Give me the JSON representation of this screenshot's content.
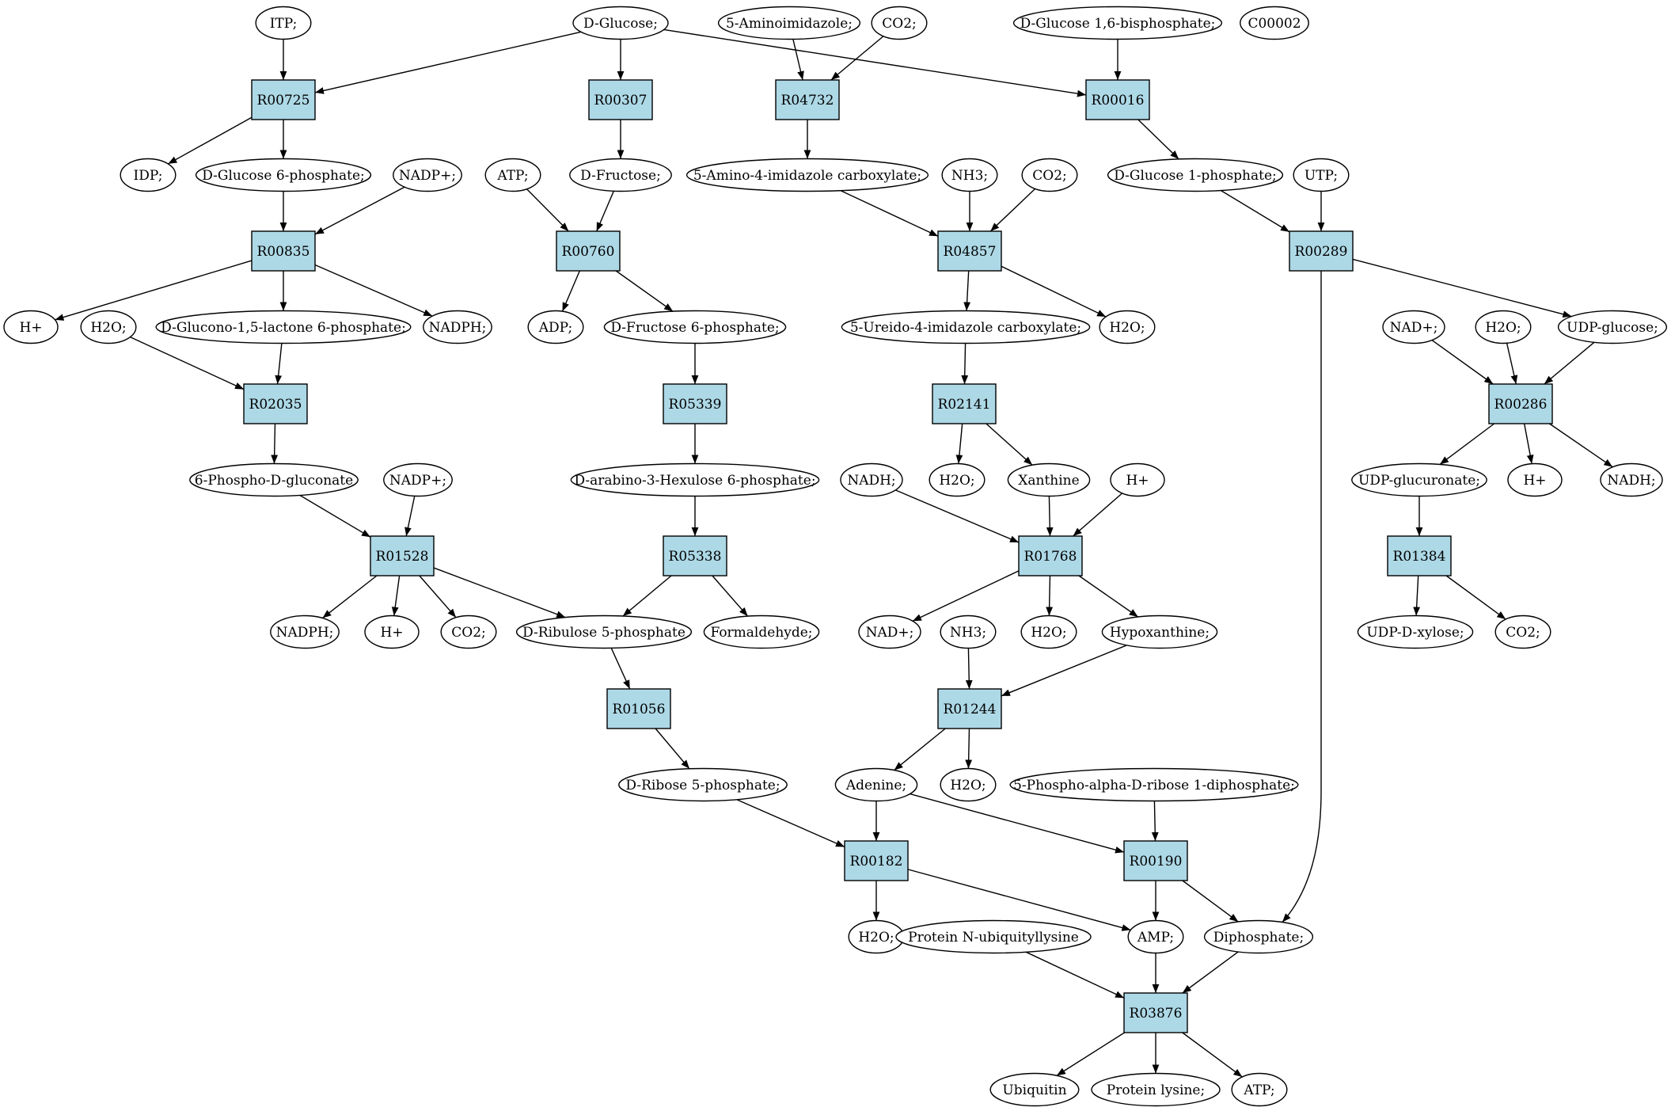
{
  "colors": {
    "reaction_fill": "#add8e6",
    "compound_fill": "#ffffff",
    "start_fill": "#00ee00",
    "target_fill": "#ffff00",
    "stroke": "#000000"
  },
  "nodes": {
    "ITP": {
      "label": "ITP;",
      "kind": "compound"
    },
    "DGLC": {
      "label": "D-Glucose;",
      "kind": "compound",
      "highlight": "start"
    },
    "AMINOIMID": {
      "label": "5-Aminoimidazole;",
      "kind": "compound"
    },
    "CO2a": {
      "label": "CO2;",
      "kind": "compound"
    },
    "GLC16BP": {
      "label": "D-Glucose 1,6-bisphosphate;",
      "kind": "compound"
    },
    "C00002": {
      "label": "C00002",
      "kind": "compound",
      "highlight": "target"
    },
    "R00725": {
      "label": "R00725",
      "kind": "reaction"
    },
    "R00307": {
      "label": "R00307",
      "kind": "reaction"
    },
    "R04732": {
      "label": "R04732",
      "kind": "reaction"
    },
    "R00016": {
      "label": "R00016",
      "kind": "reaction"
    },
    "IDP": {
      "label": "IDP;",
      "kind": "compound"
    },
    "G6P": {
      "label": "D-Glucose 6-phosphate;",
      "kind": "compound"
    },
    "NADPa": {
      "label": "NADP+;",
      "kind": "compound"
    },
    "ATPa": {
      "label": "ATP;",
      "kind": "compound"
    },
    "FRU": {
      "label": "D-Fructose;",
      "kind": "compound"
    },
    "AICARB": {
      "label": "5-Amino-4-imidazole carboxylate;",
      "kind": "compound"
    },
    "NH3a": {
      "label": "NH3;",
      "kind": "compound"
    },
    "CO2b": {
      "label": "CO2;",
      "kind": "compound"
    },
    "G1P": {
      "label": "D-Glucose 1-phosphate;",
      "kind": "compound"
    },
    "UTP": {
      "label": "UTP;",
      "kind": "compound"
    },
    "R00835": {
      "label": "R00835",
      "kind": "reaction"
    },
    "R00760": {
      "label": "R00760",
      "kind": "reaction"
    },
    "R04857": {
      "label": "R04857",
      "kind": "reaction"
    },
    "R00289": {
      "label": "R00289",
      "kind": "reaction"
    },
    "Ha": {
      "label": "H+",
      "kind": "compound"
    },
    "H2Oa": {
      "label": "H2O;",
      "kind": "compound"
    },
    "GLCLAC": {
      "label": "D-Glucono-1,5-lactone 6-phosphate;",
      "kind": "compound"
    },
    "NADPHa": {
      "label": "NADPH;",
      "kind": "compound"
    },
    "ADP": {
      "label": "ADP;",
      "kind": "compound"
    },
    "F6P": {
      "label": "D-Fructose 6-phosphate;",
      "kind": "compound"
    },
    "UREIDO": {
      "label": "5-Ureido-4-imidazole carboxylate;",
      "kind": "compound"
    },
    "H2Ob": {
      "label": "H2O;",
      "kind": "compound"
    },
    "NAD": {
      "label": "NAD+;",
      "kind": "compound"
    },
    "H2Oc": {
      "label": "H2O;",
      "kind": "compound"
    },
    "UDPGLC": {
      "label": "UDP-glucose;",
      "kind": "compound"
    },
    "R02035": {
      "label": "R02035",
      "kind": "reaction"
    },
    "R05339": {
      "label": "R05339",
      "kind": "reaction"
    },
    "R02141": {
      "label": "R02141",
      "kind": "reaction"
    },
    "R00286": {
      "label": "R00286",
      "kind": "reaction"
    },
    "PGLUC": {
      "label": "6-Phospho-D-gluconate",
      "kind": "compound"
    },
    "NADPb": {
      "label": "NADP+;",
      "kind": "compound"
    },
    "HEXUL": {
      "label": "D-arabino-3-Hexulose 6-phosphate;",
      "kind": "compound"
    },
    "NADH": {
      "label": "NADH;",
      "kind": "compound"
    },
    "H2Od": {
      "label": "H2O;",
      "kind": "compound"
    },
    "XAN": {
      "label": "Xanthine",
      "kind": "compound"
    },
    "Hb": {
      "label": "H+",
      "kind": "compound"
    },
    "UDPGLCA": {
      "label": "UDP-glucuronate;",
      "kind": "compound"
    },
    "Hc": {
      "label": "H+",
      "kind": "compound"
    },
    "NADHb": {
      "label": "NADH;",
      "kind": "compound"
    },
    "R01528": {
      "label": "R01528",
      "kind": "reaction"
    },
    "R05338": {
      "label": "R05338",
      "kind": "reaction"
    },
    "R01768": {
      "label": "R01768",
      "kind": "reaction"
    },
    "R01384": {
      "label": "R01384",
      "kind": "reaction"
    },
    "NADPHb": {
      "label": "NADPH;",
      "kind": "compound"
    },
    "Hd": {
      "label": "H+",
      "kind": "compound"
    },
    "CO2c": {
      "label": "CO2;",
      "kind": "compound"
    },
    "RU5P": {
      "label": "D-Ribulose 5-phosphate",
      "kind": "compound"
    },
    "FORM": {
      "label": "Formaldehyde;",
      "kind": "compound"
    },
    "NADb": {
      "label": "NAD+;",
      "kind": "compound"
    },
    "NH3b": {
      "label": "NH3;",
      "kind": "compound"
    },
    "H2Oe": {
      "label": "H2O;",
      "kind": "compound"
    },
    "HYPX": {
      "label": "Hypoxanthine;",
      "kind": "compound"
    },
    "UDPXYL": {
      "label": "UDP-D-xylose;",
      "kind": "compound"
    },
    "CO2d": {
      "label": "CO2;",
      "kind": "compound"
    },
    "R01056": {
      "label": "R01056",
      "kind": "reaction"
    },
    "R01244": {
      "label": "R01244",
      "kind": "reaction"
    },
    "R5P": {
      "label": "D-Ribose 5-phosphate;",
      "kind": "compound"
    },
    "ADE": {
      "label": "Adenine;",
      "kind": "compound"
    },
    "H2Of": {
      "label": "H2O;",
      "kind": "compound"
    },
    "PRPP": {
      "label": "5-Phospho-alpha-D-ribose 1-diphosphate;",
      "kind": "compound"
    },
    "R00182": {
      "label": "R00182",
      "kind": "reaction"
    },
    "R00190": {
      "label": "R00190",
      "kind": "reaction"
    },
    "H2Og": {
      "label": "H2O;",
      "kind": "compound"
    },
    "PNUB": {
      "label": "Protein N-ubiquityllysine",
      "kind": "compound"
    },
    "AMP": {
      "label": "AMP;",
      "kind": "compound"
    },
    "DIPHOS": {
      "label": "Diphosphate;",
      "kind": "compound"
    },
    "R03876": {
      "label": "R03876",
      "kind": "reaction"
    },
    "UBQ": {
      "label": "Ubiquitin",
      "kind": "compound"
    },
    "PLYS": {
      "label": "Protein lysine;",
      "kind": "compound"
    },
    "ATPb": {
      "label": "ATP;",
      "kind": "compound"
    }
  },
  "edges": [
    [
      "ITP",
      "R00725"
    ],
    [
      "DGLC",
      "R00725"
    ],
    [
      "DGLC",
      "R00307"
    ],
    [
      "DGLC",
      "R00016"
    ],
    [
      "AMINOIMID",
      "R04732"
    ],
    [
      "CO2a",
      "R04732"
    ],
    [
      "GLC16BP",
      "R00016"
    ],
    [
      "R00725",
      "IDP"
    ],
    [
      "R00725",
      "G6P"
    ],
    [
      "R00307",
      "FRU"
    ],
    [
      "R04732",
      "AICARB"
    ],
    [
      "R00016",
      "G1P"
    ],
    [
      "G6P",
      "R00835"
    ],
    [
      "NADPa",
      "R00835"
    ],
    [
      "ATPa",
      "R00760"
    ],
    [
      "FRU",
      "R00760"
    ],
    [
      "AICARB",
      "R04857"
    ],
    [
      "NH3a",
      "R04857"
    ],
    [
      "CO2b",
      "R04857"
    ],
    [
      "G1P",
      "R00289"
    ],
    [
      "UTP",
      "R00289"
    ],
    [
      "R00835",
      "Ha"
    ],
    [
      "R00835",
      "GLCLAC"
    ],
    [
      "R00835",
      "NADPHa"
    ],
    [
      "R00760",
      "ADP"
    ],
    [
      "R00760",
      "F6P"
    ],
    [
      "R04857",
      "UREIDO"
    ],
    [
      "R04857",
      "H2Ob"
    ],
    [
      "R00289",
      "UDPGLC"
    ],
    [
      "R00289",
      "DIPHOS"
    ],
    [
      "H2Oa",
      "R02035"
    ],
    [
      "GLCLAC",
      "R02035"
    ],
    [
      "F6P",
      "R05339"
    ],
    [
      "UREIDO",
      "R02141"
    ],
    [
      "NAD",
      "R00286"
    ],
    [
      "H2Oc",
      "R00286"
    ],
    [
      "UDPGLC",
      "R00286"
    ],
    [
      "R02035",
      "PGLUC"
    ],
    [
      "R05339",
      "HEXUL"
    ],
    [
      "R02141",
      "H2Od"
    ],
    [
      "R02141",
      "XAN"
    ],
    [
      "R00286",
      "UDPGLCA"
    ],
    [
      "R00286",
      "Hc"
    ],
    [
      "R00286",
      "NADHb"
    ],
    [
      "PGLUC",
      "R01528"
    ],
    [
      "NADPb",
      "R01528"
    ],
    [
      "HEXUL",
      "R05338"
    ],
    [
      "NADH",
      "R01768"
    ],
    [
      "XAN",
      "R01768"
    ],
    [
      "Hb",
      "R01768"
    ],
    [
      "UDPGLCA",
      "R01384"
    ],
    [
      "R01528",
      "NADPHb"
    ],
    [
      "R01528",
      "Hd"
    ],
    [
      "R01528",
      "CO2c"
    ],
    [
      "R01528",
      "RU5P"
    ],
    [
      "R05338",
      "RU5P"
    ],
    [
      "R05338",
      "FORM"
    ],
    [
      "R01768",
      "NADb"
    ],
    [
      "R01768",
      "H2Oe"
    ],
    [
      "R01768",
      "HYPX"
    ],
    [
      "R01384",
      "UDPXYL"
    ],
    [
      "R01384",
      "CO2d"
    ],
    [
      "RU5P",
      "R01056"
    ],
    [
      "NH3b",
      "R01244"
    ],
    [
      "HYPX",
      "R01244"
    ],
    [
      "R01056",
      "R5P"
    ],
    [
      "R01244",
      "ADE"
    ],
    [
      "R01244",
      "H2Of"
    ],
    [
      "R5P",
      "R00182"
    ],
    [
      "ADE",
      "R00182"
    ],
    [
      "ADE",
      "R00190"
    ],
    [
      "PRPP",
      "R00190"
    ],
    [
      "R00182",
      "H2Og"
    ],
    [
      "R00182",
      "AMP"
    ],
    [
      "R00190",
      "AMP"
    ],
    [
      "R00190",
      "DIPHOS"
    ],
    [
      "PNUB",
      "R03876"
    ],
    [
      "AMP",
      "R03876"
    ],
    [
      "DIPHOS",
      "R03876"
    ],
    [
      "R03876",
      "UBQ"
    ],
    [
      "R03876",
      "PLYS"
    ],
    [
      "R03876",
      "ATPb"
    ]
  ]
}
